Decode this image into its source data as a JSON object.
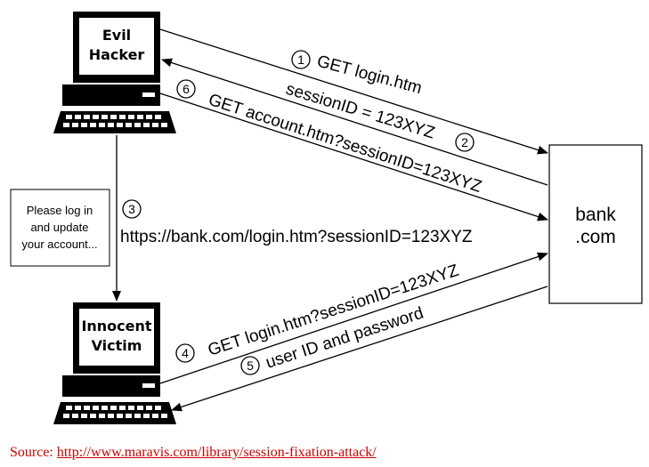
{
  "nodes": {
    "hacker": {
      "line1": "Evil",
      "line2": "Hacker"
    },
    "victim": {
      "line1": "Innocent",
      "line2": "Victim"
    },
    "bank": {
      "line1": "bank",
      "line2": ".com"
    }
  },
  "note": {
    "line1": "Please log in",
    "line2": "and update",
    "line3": "your account..."
  },
  "steps": [
    {
      "num": "1",
      "label": "GET login.htm"
    },
    {
      "num": "2",
      "label": "sessionID = 123XYZ"
    },
    {
      "num": "3",
      "label": "https://bank.com/login.htm?sessionID=123XYZ"
    },
    {
      "num": "4",
      "label": "GET login.htm?sessionID=123XYZ"
    },
    {
      "num": "5",
      "label": "user ID and password"
    },
    {
      "num": "6",
      "label": "GET account.htm?sessionID=123XYZ"
    }
  ],
  "source": {
    "prefix": "Source: ",
    "url": "http://www.maravis.com/library/session-fixation-attack/"
  }
}
